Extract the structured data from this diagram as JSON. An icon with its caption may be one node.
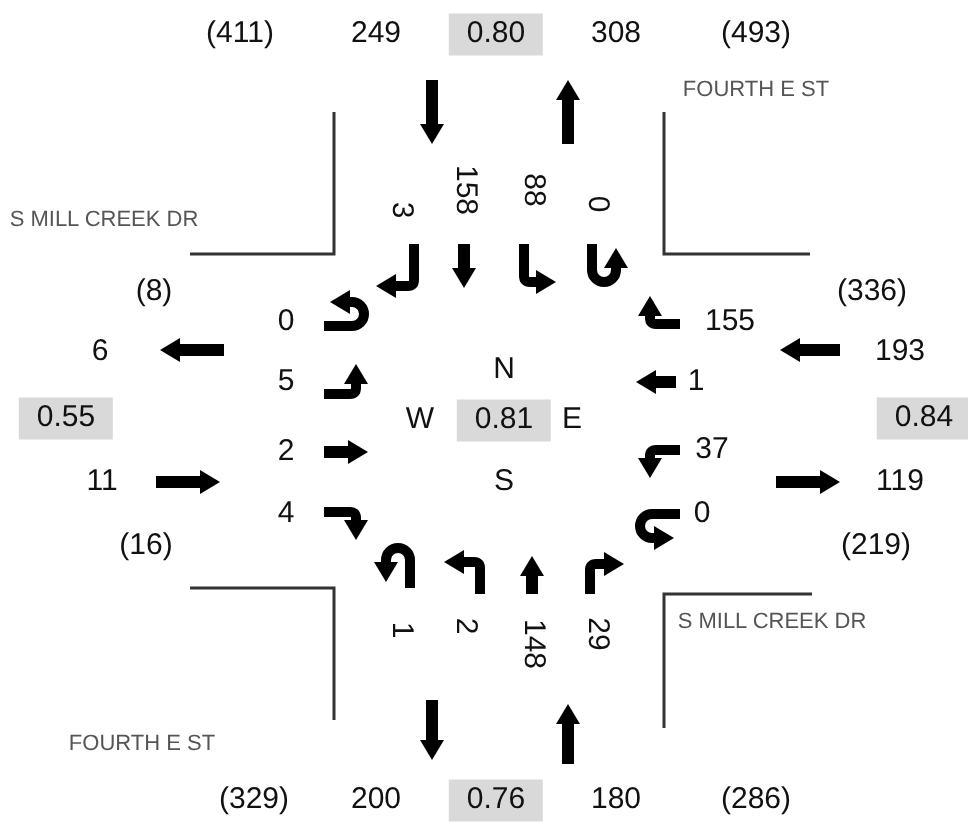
{
  "diagram": {
    "labels": [
      "(411)",
      "249",
      "0.80",
      "308",
      "(493)",
      "FOURTH E ST",
      "S MILL CREEK DR",
      "3",
      "158",
      "88",
      "0",
      "(8)",
      "(336)",
      "0",
      "155",
      "6",
      "193",
      "5",
      "N",
      "1",
      "0.55",
      "W",
      "0.81",
      "E",
      "0.84",
      "2",
      "37",
      "11",
      "S",
      "119",
      "4",
      "0",
      "(16)",
      "(219)",
      "1",
      "2",
      "148",
      "29",
      "S MILL CREEK DR",
      "FOURTH E ST",
      "(329)",
      "200",
      "0.76",
      "180",
      "(286)"
    ]
  }
}
